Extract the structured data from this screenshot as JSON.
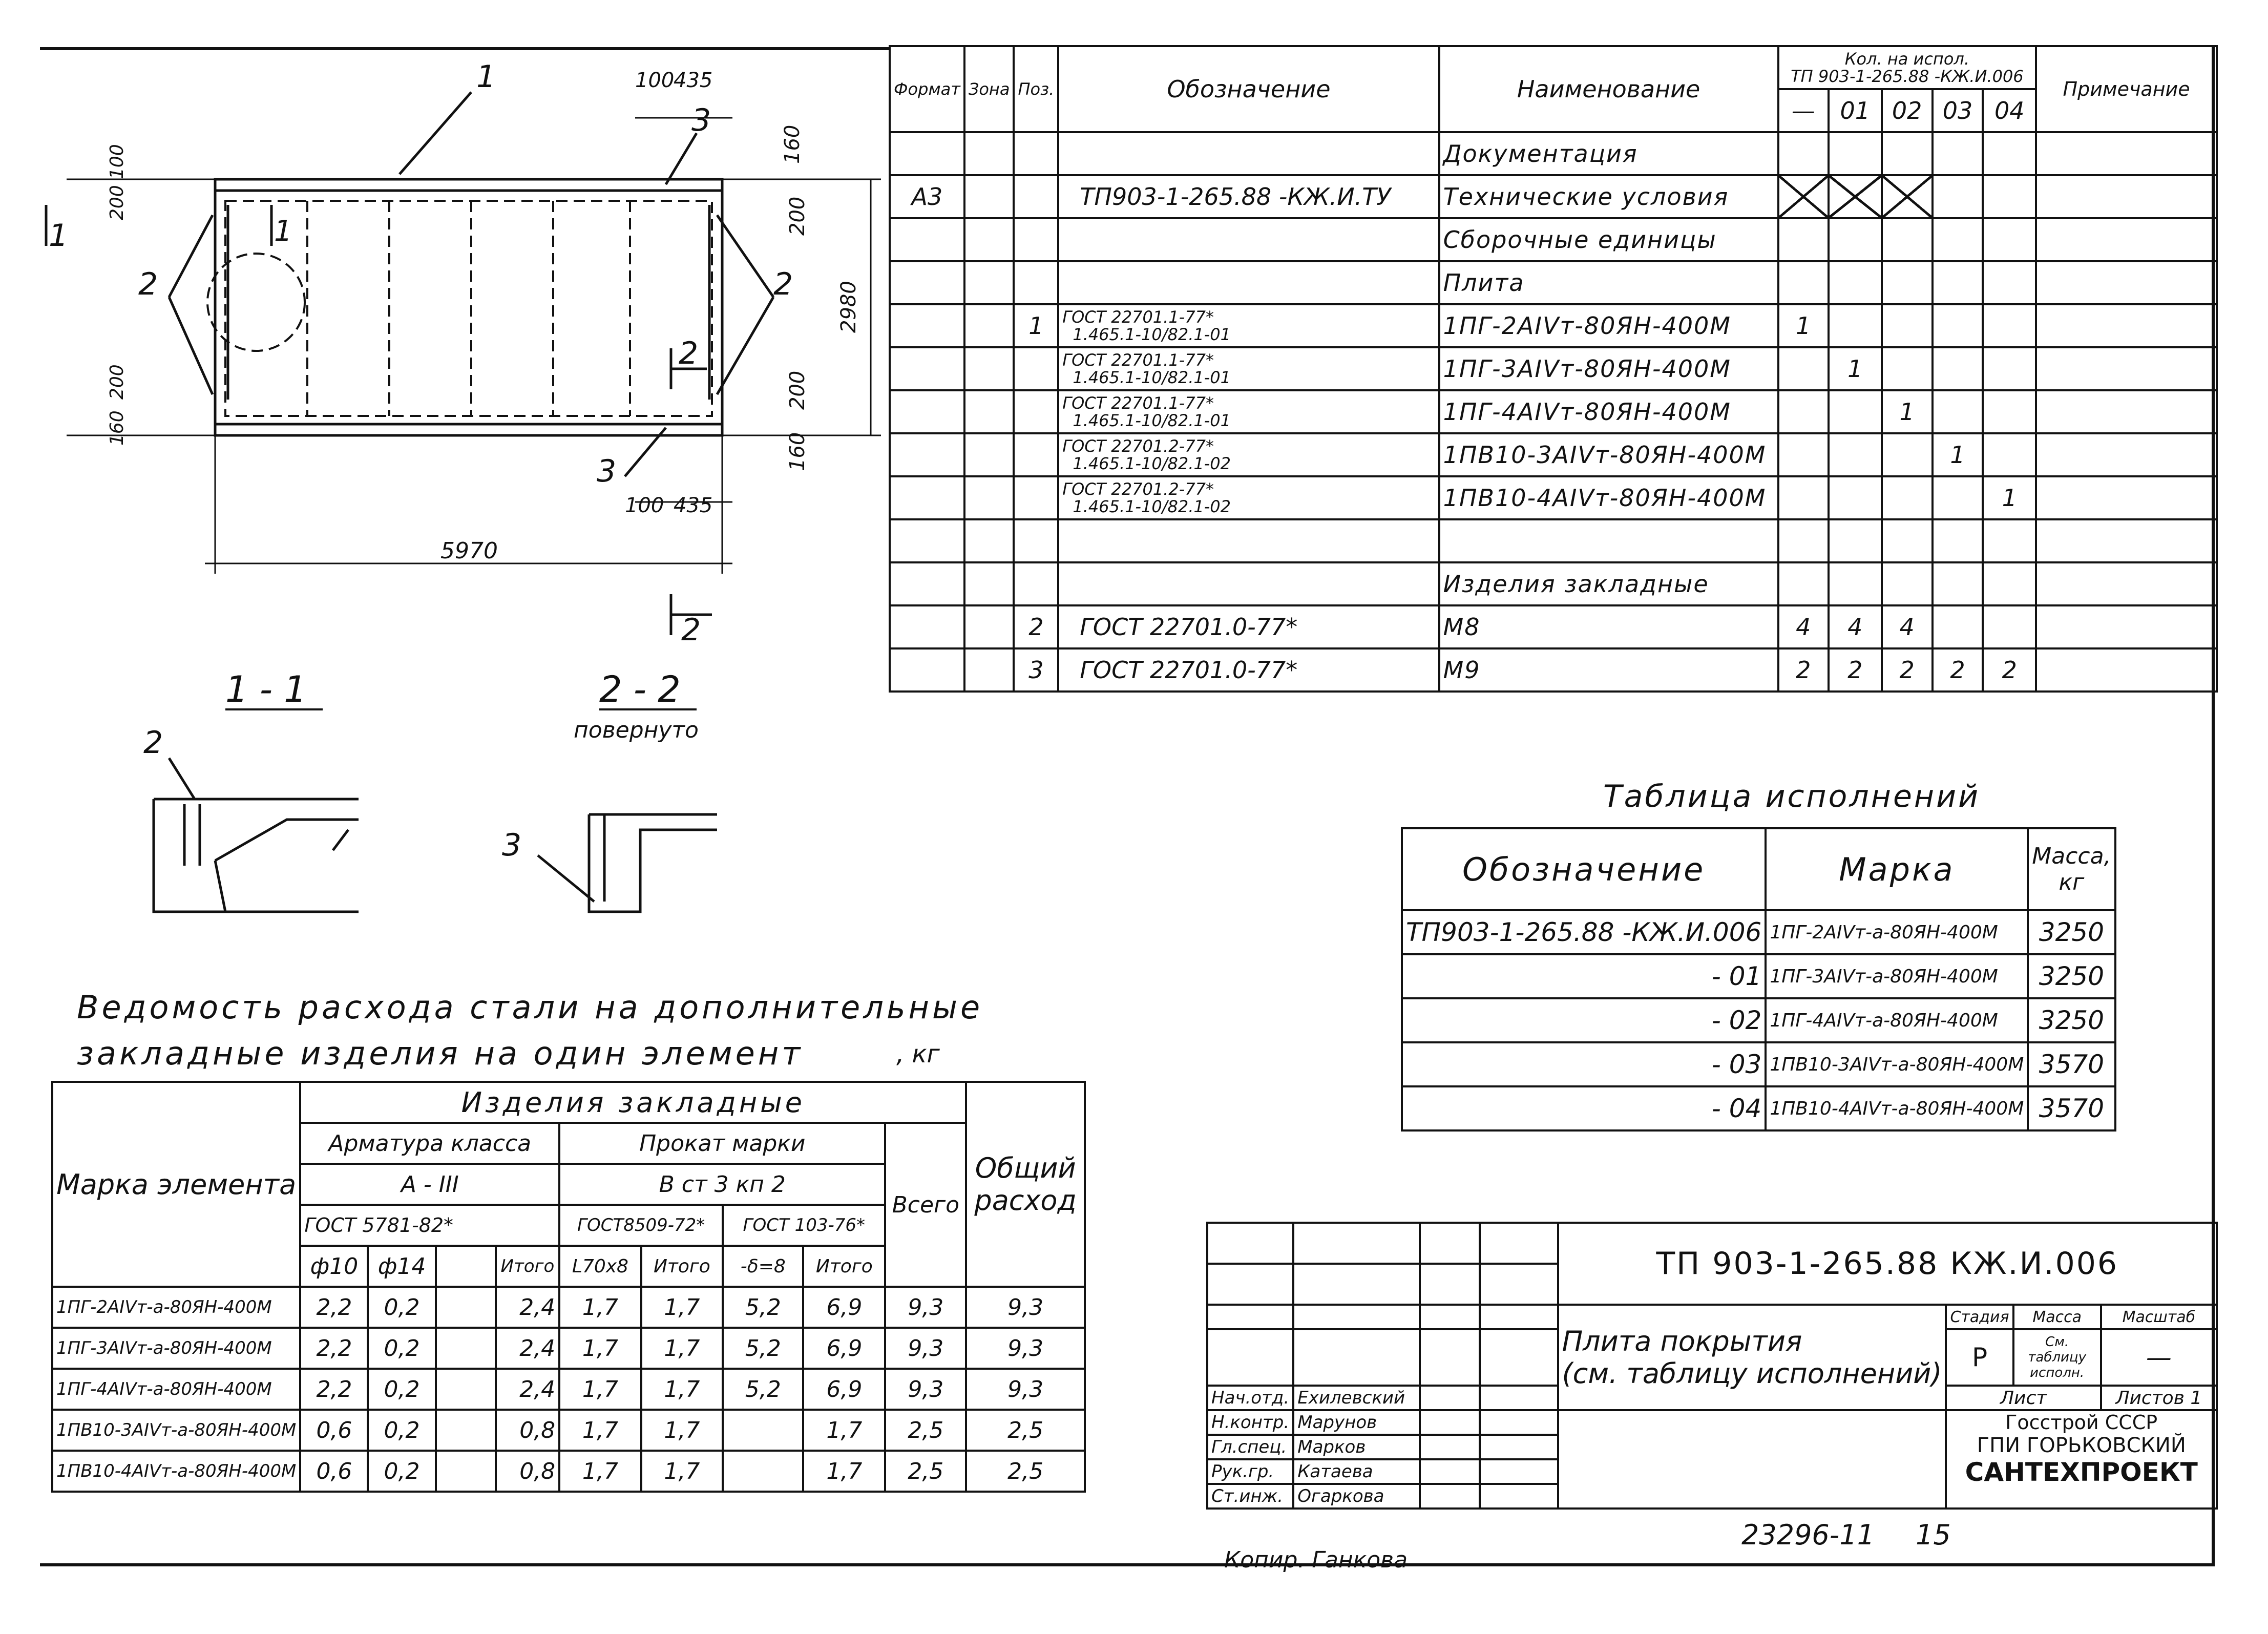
{
  "dimensions": {
    "d100a": "100",
    "d435a": "435",
    "d100b": "100",
    "d435b": "435",
    "d160a": "160",
    "d200a": "200",
    "d200b": "200",
    "d160b": "160",
    "d2980": "2980",
    "d5970": "5970",
    "l200a": "200",
    "l100": "100",
    "l200b": "200",
    "l160": "160"
  },
  "callouts": {
    "c1": "1",
    "c2a": "2",
    "c2b": "2",
    "c3a": "3",
    "c3b": "3",
    "sec1": "1",
    "sec1b": "1",
    "sec2": "2",
    "sec2b": "2",
    "c2c": "2",
    "c3c": "3"
  },
  "sections": {
    "s11": "1 - 1",
    "s22": "2 - 2",
    "s22note": "повернуто"
  },
  "spec": {
    "headers": {
      "format": "Формат",
      "zone": "Зона",
      "pos": "Поз.",
      "designation": "Обозначение",
      "name": "Наименование",
      "qty_title": "Кол. на испол.",
      "qty_sub": "ТП 903-1-265.88 -КЖ.И.006",
      "col_dash": "—",
      "col01": "01",
      "col02": "02",
      "col03": "03",
      "col04": "04",
      "note": "Примечание"
    },
    "rows": [
      {
        "f": "",
        "z": "",
        "p": "",
        "des": "",
        "des2": "",
        "name": "Документация",
        "q": [
          "",
          "",
          "",
          "",
          ""
        ]
      },
      {
        "f": "А3",
        "z": "",
        "p": "",
        "des": "ТП903-1-265.88 -КЖ.И.ТУ",
        "des2": "",
        "name": "Технические условия",
        "q": [
          "",
          "",
          "",
          "",
          ""
        ]
      },
      {
        "f": "",
        "z": "",
        "p": "",
        "des": "",
        "des2": "",
        "name": "Сборочные единицы",
        "q": [
          "",
          "",
          "",
          "",
          ""
        ]
      },
      {
        "f": "",
        "z": "",
        "p": "",
        "des": "",
        "des2": "",
        "name": "Плита",
        "q": [
          "",
          "",
          "",
          "",
          ""
        ]
      },
      {
        "f": "",
        "z": "",
        "p": "1",
        "des": "ГОСТ 22701.1-77*",
        "des2": "1.465.1-10/82.1-01",
        "name": "1ПГ-2АIVт-80ЯН-400М",
        "q": [
          "1",
          "",
          "",
          "",
          ""
        ]
      },
      {
        "f": "",
        "z": "",
        "p": "",
        "des": "ГОСТ 22701.1-77*",
        "des2": "1.465.1-10/82.1-01",
        "name": "1ПГ-3АIVт-80ЯН-400М",
        "q": [
          "",
          "1",
          "",
          "",
          ""
        ]
      },
      {
        "f": "",
        "z": "",
        "p": "",
        "des": "ГОСТ 22701.1-77*",
        "des2": "1.465.1-10/82.1-01",
        "name": "1ПГ-4АIVт-80ЯН-400М",
        "q": [
          "",
          "",
          "1",
          "",
          ""
        ]
      },
      {
        "f": "",
        "z": "",
        "p": "",
        "des": "ГОСТ 22701.2-77*",
        "des2": "1.465.1-10/82.1-02",
        "name": "1ПВ10-3АIVт-80ЯН-400М",
        "q": [
          "",
          "",
          "",
          "1",
          ""
        ]
      },
      {
        "f": "",
        "z": "",
        "p": "",
        "des": "ГОСТ 22701.2-77*",
        "des2": "1.465.1-10/82.1-02",
        "name": "1ПВ10-4АIVт-80ЯН-400М",
        "q": [
          "",
          "",
          "",
          "",
          "1"
        ]
      },
      {
        "f": "",
        "z": "",
        "p": "",
        "des": "",
        "des2": "",
        "name": "",
        "q": [
          "",
          "",
          "",
          "",
          ""
        ]
      },
      {
        "f": "",
        "z": "",
        "p": "",
        "des": "",
        "des2": "",
        "name": "Изделия закладные",
        "q": [
          "",
          "",
          "",
          "",
          ""
        ]
      },
      {
        "f": "",
        "z": "",
        "p": "2",
        "des": "ГОСТ 22701.0-77*",
        "des2": "",
        "name": "М8",
        "q": [
          "4",
          "4",
          "4",
          "",
          ""
        ]
      },
      {
        "f": "",
        "z": "",
        "p": "3",
        "des": "ГОСТ 22701.0-77*",
        "des2": "",
        "name": "М9",
        "q": [
          "2",
          "2",
          "2",
          "2",
          "2"
        ]
      }
    ]
  },
  "ispoln": {
    "title": "Таблица исполнений",
    "h_des": "Обозначение",
    "h_mark": "Марка",
    "h_mass": "Масса, кг",
    "rows": [
      {
        "des": "ТП903-1-265.88 -КЖ.И.006",
        "mark": "1ПГ-2АIVт-а-80ЯН-400М",
        "mass": "3250"
      },
      {
        "des": "- 01",
        "mark": "1ПГ-3АIVт-а-80ЯН-400М",
        "mass": "3250"
      },
      {
        "des": "- 02",
        "mark": "1ПГ-4АIVт-а-80ЯН-400М",
        "mass": "3250"
      },
      {
        "des": "- 03",
        "mark": "1ПВ10-3АIVт-а-80ЯН-400М",
        "mass": "3570"
      },
      {
        "des": "- 04",
        "mark": "1ПВ10-4АIVт-а-80ЯН-400М",
        "mass": "3570"
      }
    ]
  },
  "vedom": {
    "title1": "Ведомость расхода стали на дополнительные",
    "title2": "закладные изделия на один элемент",
    "unit": ", кг",
    "h_mark": "Марка элемента",
    "h_izd": "Изделия закладные",
    "h_arm": "Арматура класса",
    "h_aIII": "А - III",
    "h_prokat": "Прокат марки",
    "h_vst": "В ст 3 кп 2",
    "h_vsego": "Всего",
    "h_obsh": "Общий расход",
    "h_gost1": "ГОСТ 5781-82*",
    "h_gost2": "ГОСТ8509-72*",
    "h_gost3": "ГОСТ 103-76*",
    "h_d10": "ф10",
    "h_d14": "ф14",
    "h_empty": "",
    "h_itogo1": "Итого",
    "h_L70": "L70х8",
    "h_itogo2": "Итого",
    "h_delta": "-δ=8",
    "h_itogo3": "Итого",
    "rows": [
      {
        "mark": "1ПГ-2АIVт-а-80ЯН-400М",
        "d10": "2,2",
        "d14": "0,2",
        "e": "",
        "it1": "2,4",
        "L70": "1,7",
        "it2": "1,7",
        "dl": "5,2",
        "it3": "6,9",
        "vs": "9,3",
        "ob": "9,3"
      },
      {
        "mark": "1ПГ-3АIVт-а-80ЯН-400М",
        "d10": "2,2",
        "d14": "0,2",
        "e": "",
        "it1": "2,4",
        "L70": "1,7",
        "it2": "1,7",
        "dl": "5,2",
        "it3": "6,9",
        "vs": "9,3",
        "ob": "9,3"
      },
      {
        "mark": "1ПГ-4АIVт-а-80ЯН-400М",
        "d10": "2,2",
        "d14": "0,2",
        "e": "",
        "it1": "2,4",
        "L70": "1,7",
        "it2": "1,7",
        "dl": "5,2",
        "it3": "6,9",
        "vs": "9,3",
        "ob": "9,3"
      },
      {
        "mark": "1ПВ10-3АIVт-а-80ЯН-400М",
        "d10": "0,6",
        "d14": "0,2",
        "e": "",
        "it1": "0,8",
        "L70": "1,7",
        "it2": "1,7",
        "dl": "",
        "it3": "1,7",
        "vs": "2,5",
        "ob": "2,5"
      },
      {
        "mark": "1ПВ10-4АIVт-а-80ЯН-400М",
        "d10": "0,6",
        "d14": "0,2",
        "e": "",
        "it1": "0,8",
        "L70": "1,7",
        "it2": "1,7",
        "dl": "",
        "it3": "1,7",
        "vs": "2,5",
        "ob": "2,5"
      }
    ]
  },
  "stamp": {
    "code": "ТП 903-1-265.88  КЖ.И.006",
    "title1": "Плита покрытия",
    "title2": "(см. таблицу исполнений)",
    "stadia_h": "Стадия",
    "massa_h": "Масса",
    "masshtab_h": "Масштаб",
    "stadia": "Р",
    "massa": "См. таблицу исполн.",
    "masshtab": "—",
    "list": "Лист",
    "listov": "Листов 1",
    "org1": "Госстрой СССР",
    "org2": "ГПИ ГОРЬКОВСКИЙ",
    "org3": "САНТЕХПРОЕКТ",
    "people": [
      {
        "role": "Нач.отд.",
        "name": "Ехилевский"
      },
      {
        "role": "Н.контр.",
        "name": "Марунов"
      },
      {
        "role": "Гл.спец.",
        "name": "Марков"
      },
      {
        "role": "Рук.гр.",
        "name": "Катаева"
      },
      {
        "role": "Ст.инж.",
        "name": "Огаркова"
      }
    ]
  },
  "footer": {
    "kopir": "Копир. Ганкова",
    "num": "23296-11",
    "page": "15"
  }
}
